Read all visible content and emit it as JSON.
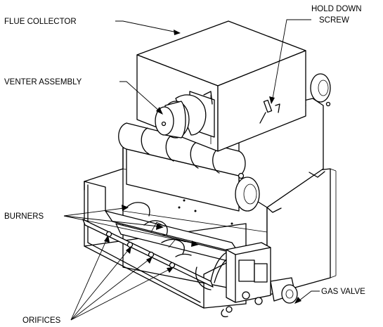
{
  "labels": {
    "flue_collector": "FLUE COLLECTOR",
    "hold_down_line1": "HOLD DOWN",
    "hold_down_line2": "SCREW",
    "venter_assembly": "VENTER ASSEMBLY",
    "burners": "BURNERS",
    "gas_valve": "GAS VALVE",
    "orifices": "ORIFICES"
  }
}
